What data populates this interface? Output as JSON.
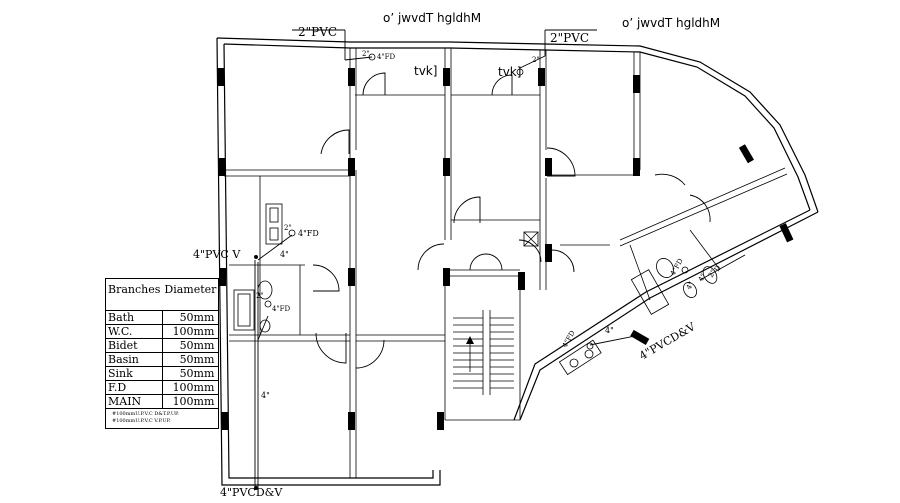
{
  "labels": {
    "pvc_top_left": "2\"PVC",
    "pvc_top_right": "2\"PVC",
    "garbled_top_left": "o’ jwvdT hgldhM",
    "garbled_top_right": "o’ jwvdT hgldhM",
    "fd_top_left": "2\"",
    "fd_top_left_4": "4\"FD",
    "tvk_left": "tvk]",
    "tvk_right": "tvk]",
    "fd_top_right_2": "2\"",
    "fd_mid_2": "2\"",
    "fd_mid_4": "4\"FD",
    "pvc_v_left": "4\"PVC  V",
    "left_4": "4\"",
    "left_2": "2\"",
    "left_4fd": "4\"FD",
    "left_4_low": "4\"",
    "bottom_pvcdv": "4\"PVCD&V",
    "right_pvcdv": "4\"PVCD&V",
    "right_4fd": "4\"FD",
    "right_4": "4\"",
    "right_4fd_b": "4\"FD",
    "right_4_b": "4\"",
    "right_4_c": "4\"",
    "right_2": "2\"",
    "right_d": "D"
  },
  "legend": {
    "header_left": "Branches",
    "header_right": "Diameter",
    "rows": [
      {
        "name": "Bath",
        "value": "50mm"
      },
      {
        "name": "W.C.",
        "value": "100mm"
      },
      {
        "name": "Bidet",
        "value": "50mm"
      },
      {
        "name": "Basin",
        "value": "50mm"
      },
      {
        "name": "Sink",
        "value": "50mm"
      },
      {
        "name": "F.D",
        "value": "100mm"
      },
      {
        "name": "MAIN",
        "value": "100mm"
      }
    ],
    "note1": "#100mmU.P.V.C  D&T.P.UP.",
    "note2": "#100mmU.P.V.C V.P.UP."
  }
}
